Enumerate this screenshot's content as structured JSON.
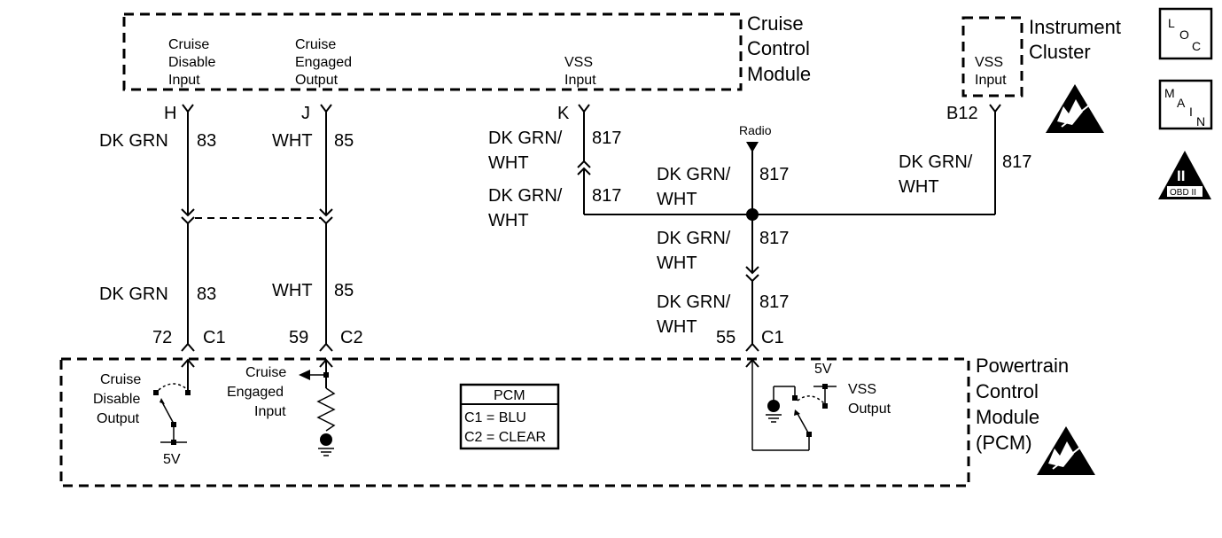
{
  "modules": {
    "ccm": {
      "title": [
        "Cruise",
        "Control",
        "Module"
      ]
    },
    "ic": {
      "title": [
        "Instrument",
        "Cluster"
      ]
    },
    "pcm": {
      "title": [
        "Powertrain",
        "Control",
        "Module",
        "(PCM)"
      ]
    }
  },
  "ccm_pins": {
    "disable": {
      "label": [
        "Cruise",
        "Disable",
        "Input"
      ],
      "terminal": "H"
    },
    "engaged": {
      "label": [
        "Cruise",
        "Engaged",
        "Output"
      ],
      "terminal": "J"
    },
    "vss": {
      "label": [
        "VSS",
        "Input"
      ],
      "terminal": "K"
    }
  },
  "ic_pin": {
    "label": [
      "VSS",
      "Input"
    ],
    "terminal": "B12"
  },
  "pcm_pins": {
    "disable": {
      "terminal": "72",
      "connector": "C1",
      "label": [
        "Cruise",
        "Disable",
        "Output"
      ],
      "supply": "5V"
    },
    "engaged": {
      "terminal": "59",
      "connector": "C2",
      "label": [
        "Cruise",
        "Engaged",
        "Input"
      ]
    },
    "vss": {
      "terminal": "55",
      "connector": "C1",
      "label": [
        "VSS",
        "Output"
      ],
      "supply": "5V"
    }
  },
  "wires": {
    "dkgrn_color": "DK GRN",
    "dkgrn_circuit": "83",
    "wht_color": "WHT",
    "wht_circuit": "85",
    "vss_color": [
      "DK GRN/",
      "WHT"
    ],
    "vss_circuit": "817"
  },
  "radio": {
    "label": "Radio"
  },
  "pcm_table": {
    "header": "PCM",
    "rows": [
      "C1 = BLU",
      "C2 = CLEAR"
    ]
  },
  "icons": {
    "loc": {
      "letters": [
        "L",
        "O",
        "C"
      ]
    },
    "main": {
      "letters": [
        "M",
        "A",
        "I",
        "N"
      ]
    },
    "obd": {
      "numeral": "II",
      "label": "OBD II"
    },
    "esd_icon_name": "esd-warning-icon"
  }
}
